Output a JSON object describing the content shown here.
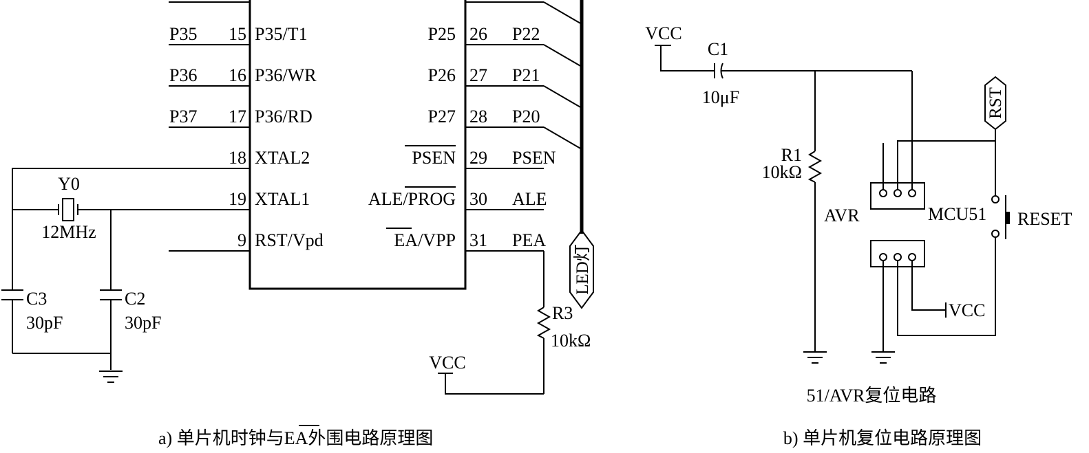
{
  "figure_a": {
    "left_nets": [
      "P35",
      "P36",
      "P37"
    ],
    "left_pin_numbers": [
      "15",
      "16",
      "17",
      "18",
      "19",
      "9"
    ],
    "left_pin_names": [
      "P35/T1",
      "P36/WR",
      "P36/RD",
      "XTAL2",
      "XTAL1",
      "RST/Vpd"
    ],
    "right_pin_names": [
      "P25",
      "P26",
      "P27",
      "PSEN",
      "ALE/PROG",
      "EA/VPP"
    ],
    "right_pin_numbers": [
      "26",
      "27",
      "28",
      "29",
      "30",
      "31"
    ],
    "right_nets": [
      "P22",
      "P21",
      "P20",
      "PSEN",
      "ALE",
      "PEA"
    ],
    "crystal": {
      "ref": "Y0",
      "value": "12MHz"
    },
    "c3": {
      "ref": "C3",
      "value": "30pF"
    },
    "c2": {
      "ref": "C2",
      "value": "30pF"
    },
    "r3": {
      "ref": "R3",
      "value": "10kΩ"
    },
    "vcc_label": "VCC",
    "led_label": "LED灯",
    "caption": {
      "prefix": "a) 单片机时钟与",
      "overlined": "EA",
      "suffix": "外围电路原理图"
    }
  },
  "figure_b": {
    "vcc_top": "VCC",
    "c1": {
      "ref": "C1",
      "value": "10μF"
    },
    "r1": {
      "ref": "R1",
      "value": "10kΩ"
    },
    "rst_tag": "RST",
    "avr_label": "AVR",
    "mcu_label": "MCU51",
    "reset_label": "RESET",
    "vcc_right": "VCC",
    "subtitle": "51/AVR复位电路",
    "caption": "b) 单片机复位电路原理图"
  }
}
